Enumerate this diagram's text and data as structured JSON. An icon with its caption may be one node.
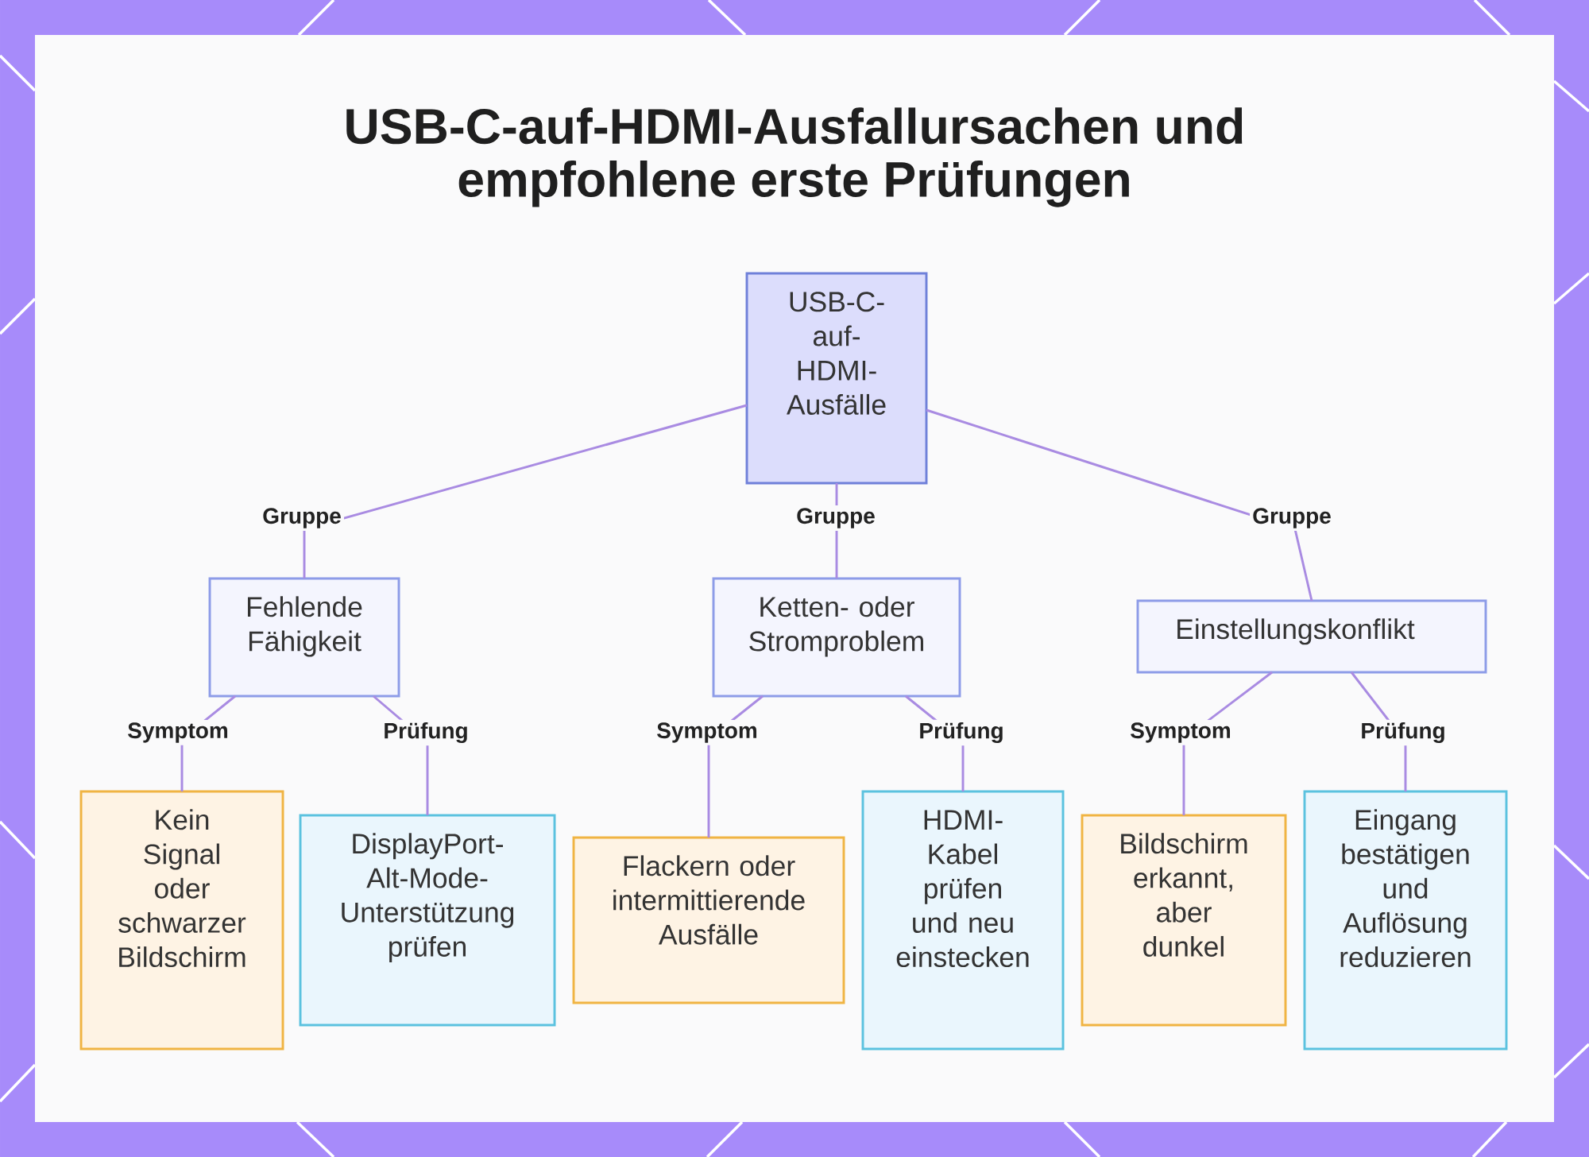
{
  "diagram": {
    "title": "USB-C-auf-HDMI-Ausfallursachen und empfohlene erste Prüfungen",
    "nodes": [
      {
        "text": [
          "USB-C-auf-HDMI-Ausfälle"
        ]
      },
      {
        "text": [
          "Fehlende Fähigkeit"
        ]
      },
      {
        "text": [
          "Ketten- oder Stromproblem"
        ]
      },
      {
        "text": [
          "Einstellungskonflikt"
        ]
      },
      {
        "text": [
          "Kein Signal oder schwarzer Bildschirm"
        ]
      },
      {
        "text": [
          "DisplayPort-Alt-Mode-Unterstützung prüfen"
        ]
      },
      {
        "text": [
          "Flackern oder intermittierende Ausfälle"
        ]
      },
      {
        "text": [
          "HDMI-Kabel prüfen und neu einstecken"
        ]
      },
      {
        "text": [
          "Bildschirm erkannt, aber dunkel"
        ]
      },
      {
        "text": [
          "Eingang bestätigen und Auflösung reduzieren"
        ]
      }
    ],
    "edges": [
      {
        "from": 0,
        "to": 1,
        "arrow": "none",
        "label": "Gruppe"
      },
      {
        "from": 0,
        "to": 2,
        "arrow": "none",
        "label": "Gruppe"
      },
      {
        "from": 0,
        "to": 3,
        "arrow": "none",
        "label": "Gruppe"
      },
      {
        "from": 1,
        "to": 4,
        "arrow": "none",
        "label": "Symptom"
      },
      {
        "from": 1,
        "to": 5,
        "arrow": "none",
        "label": "Prüfung"
      },
      {
        "from": 2,
        "to": 6,
        "arrow": "none",
        "label": "Symptom"
      },
      {
        "from": 2,
        "to": 7,
        "arrow": "none",
        "label": "Prüfung"
      },
      {
        "from": 3,
        "to": 8,
        "arrow": "none",
        "label": "Symptom"
      },
      {
        "from": 3,
        "to": 9,
        "arrow": "none",
        "label": "Prüfung"
      }
    ]
  }
}
